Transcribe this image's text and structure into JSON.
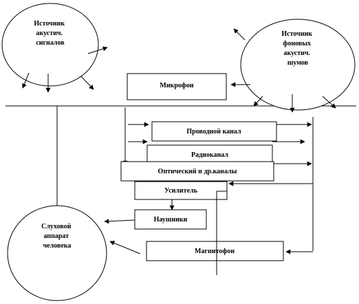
{
  "nodes": {
    "source_signals": [
      "Источник",
      "акустич.",
      "сигналов"
    ],
    "source_noise": [
      "Источник",
      "фоновых",
      "акустич.",
      "шумов"
    ],
    "microphone": "Микрофон",
    "wired_channel": "Проводной канал",
    "radio_channel": "Радиоканал",
    "optical_channels": "Оптический и др.каналы",
    "amplifier": "Усилитель",
    "headphones": "Наушники",
    "recorder": "Магнитофон",
    "human_hearing": [
      "Слуховой",
      "аппарат",
      "человека"
    ]
  }
}
